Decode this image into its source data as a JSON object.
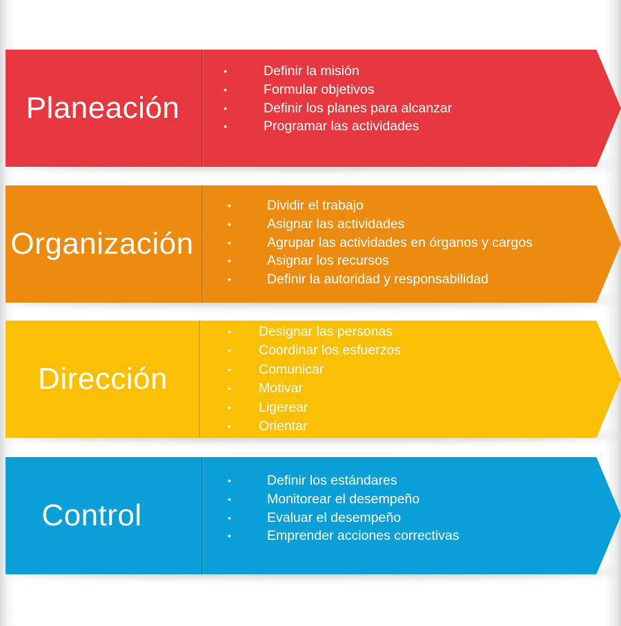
{
  "bands": [
    {
      "title": "Planeación",
      "color": "#e8383f",
      "items": [
        "Definir la misión",
        "Formular objetivos",
        "Definir los planes para alcanzar",
        "Programar las actividades"
      ]
    },
    {
      "title": "Organización",
      "color": "#ec8b10",
      "items": [
        "Dividir el trabajo",
        "Asignar las actividades",
        "Agrupar las actividades en órganos y cargos",
        "Asignar los recursos",
        "Definir la autoridad y responsabilidad"
      ]
    },
    {
      "title": "Dirección",
      "color": "#fbbf05",
      "items": [
        "Designar las personas",
        "Coordinar los esfuerzos",
        "Comunicar",
        "Motivar",
        "Ligerear",
        "Orientar"
      ]
    },
    {
      "title": "Control",
      "color": "#0b9fd7",
      "items": [
        "Definir los estándares",
        "Monitorear el desempeño",
        "Evaluar el desempeño",
        "Emprender acciones correctivas"
      ]
    }
  ]
}
